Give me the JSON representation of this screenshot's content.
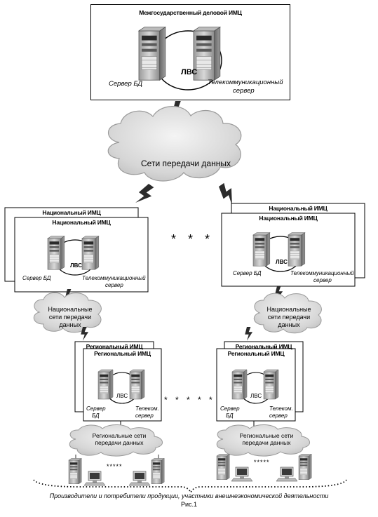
{
  "top": {
    "title": "Межгосударственный деловой ИМЦ",
    "db_label": "Сервер БД",
    "lan_label": "ЛВС",
    "telecom_label_l1": "Телекоммуникационный",
    "telecom_label_l2": "сервер"
  },
  "cloud_main": {
    "label": "Сети передачи данных"
  },
  "national": {
    "title": "Национальный ИМЦ",
    "db_label": "Сервер БД",
    "lan_label": "ЛВС",
    "telecom_label_l1": "Телекоммуникационный",
    "telecom_label_l2": "сервер",
    "separator": "* * *"
  },
  "national_cloud": {
    "line1": "Национальные",
    "line2": "сети передачи",
    "line3": "данных"
  },
  "regional": {
    "title": "Региональный ИМЦ",
    "db_label_l1": "Сервер",
    "db_label_l2": "БД",
    "lan_label": "ЛВС",
    "telecom_label_l1": "Телеком.",
    "telecom_label_l2": "сервер",
    "separator": "* * * * *"
  },
  "regional_cloud": {
    "line1": "Региональные сети",
    "line2": "передачи данных"
  },
  "clients": {
    "separator": "*****"
  },
  "footer": {
    "caption": "Производители и потребители продукции, участники внешнеэкономической деятельности",
    "figure": "Рис.1"
  }
}
